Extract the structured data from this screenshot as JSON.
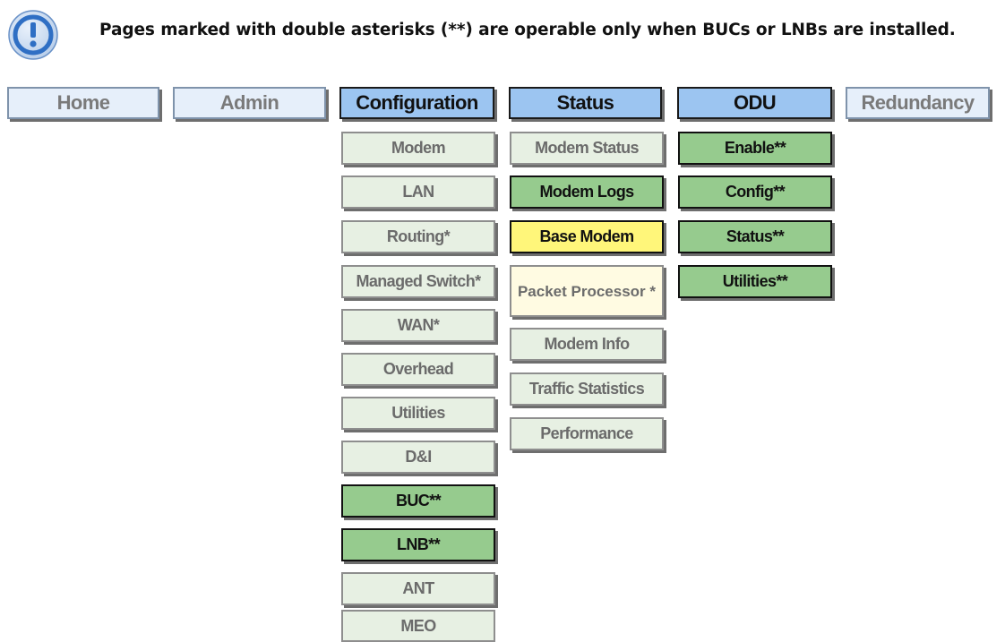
{
  "note": {
    "icon": "info-exclamation-icon",
    "text": "Pages marked with double asterisks (**) are operable only when BUCs or LNBs are installed."
  },
  "nav": {
    "home": "Home",
    "admin": "Admin",
    "configuration": "Configuration",
    "status": "Status",
    "odu": "ODU",
    "redundancy": "Redundancy"
  },
  "configuration_items": [
    "Modem",
    "LAN",
    "Routing*",
    "Managed Switch*",
    "WAN*",
    "Overhead",
    "Utilities",
    "D&I",
    "BUC**",
    "LNB**",
    "ANT",
    "MEO"
  ],
  "status_items": [
    "Modem Status",
    "Modem Logs",
    "Base Modem",
    "Packet Processor *",
    "Modem Info",
    "Traffic Statistics",
    "Performance"
  ],
  "odu_items": [
    "Enable**",
    "Config**",
    "Status**",
    "Utilities**"
  ],
  "colors": {
    "active_tab": "#9cc5f1",
    "inactive_tab": "#e6effa",
    "plain_page": "#e7f0e3",
    "odu_required_page": "#96cb8e",
    "highlighted_page": "#fff67a",
    "packet_processor_page": "#fffbe2",
    "icon_blue": "#2f6fc4"
  }
}
